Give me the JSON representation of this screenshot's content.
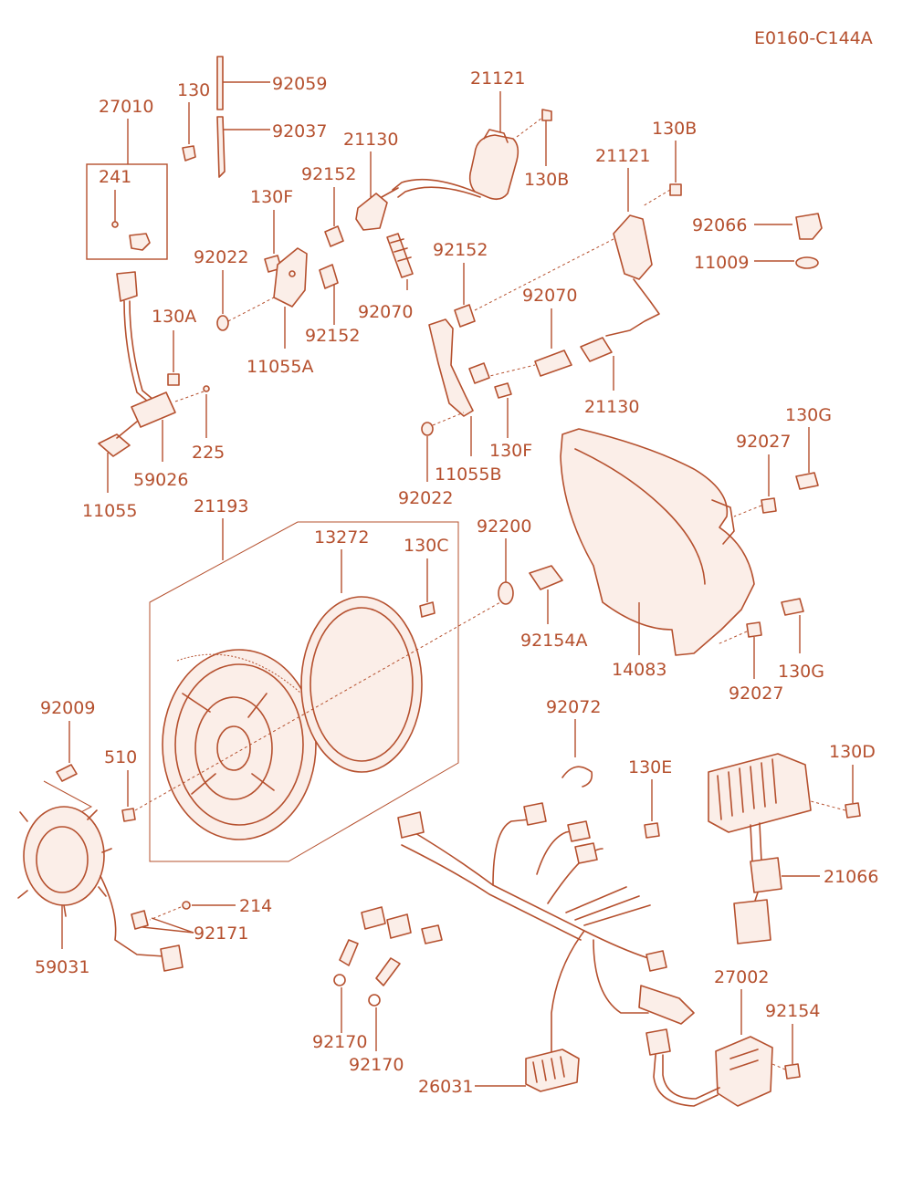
{
  "diagram_code": "E0160-C144A",
  "colors": {
    "line": "#b5502e",
    "background": "#ffffff"
  },
  "labels": {
    "p27010": "27010",
    "p241": "241",
    "p130": "130",
    "p92059": "92059",
    "p92037": "92037",
    "p21121a": "21121",
    "p21130a": "21130",
    "p130Ba": "130B",
    "p92152a": "92152",
    "p130Fa": "130F",
    "p92022a": "92022",
    "p92070a": "92070",
    "p92152b": "92152",
    "p11055A": "11055A",
    "p21121b": "21121",
    "p130Bb": "130B",
    "p92066": "92066",
    "p11009": "11009",
    "p92152c": "92152",
    "p92070b": "92070",
    "p130A": "130A",
    "p21130b": "21130",
    "p225": "225",
    "p59026": "59026",
    "p130Fb": "130F",
    "p11055B": "11055B",
    "p11055": "11055",
    "p92022b": "92022",
    "p130Ga": "130G",
    "p92027a": "92027",
    "p21193": "21193",
    "p13272": "13272",
    "p130C": "130C",
    "p92200": "92200",
    "p92154A": "92154A",
    "p14083": "14083",
    "p130Gb": "130G",
    "p92027b": "92027",
    "p92009": "92009",
    "p510": "510",
    "p92072": "92072",
    "p130E": "130E",
    "p130D": "130D",
    "p21066": "21066",
    "p214": "214",
    "p92171": "92171",
    "p59031": "59031",
    "p27002": "27002",
    "p92154": "92154",
    "p92170a": "92170",
    "p92170b": "92170",
    "p26031": "26031"
  }
}
